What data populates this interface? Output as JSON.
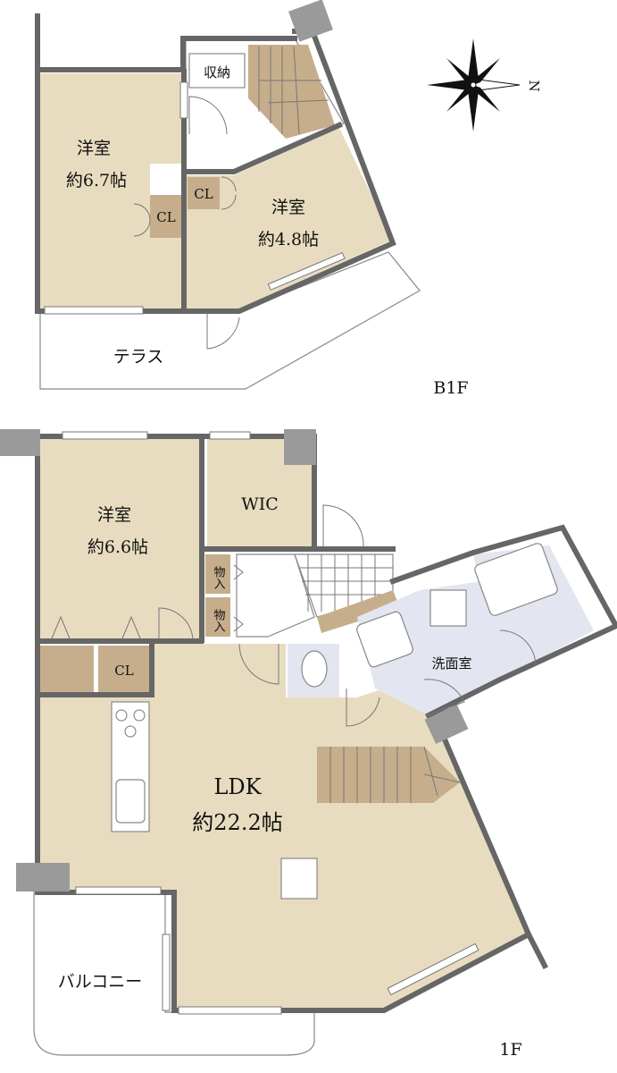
{
  "floors": [
    {
      "id": "b1f",
      "label": "B1F"
    },
    {
      "id": "1f",
      "label": "1F"
    }
  ],
  "rooms": {
    "b1_western_a": {
      "name": "洋室",
      "size": "約6.7帖"
    },
    "b1_western_b": {
      "name": "洋室",
      "size": "約4.8帖"
    },
    "b1_storage": {
      "name": "収納"
    },
    "b1_cl_a": {
      "name": "CL"
    },
    "b1_cl_b": {
      "name": "CL"
    },
    "b1_terrace": {
      "name": "テラス"
    },
    "f1_western": {
      "name": "洋室",
      "size": "約6.6帖"
    },
    "f1_wic": {
      "name": "WIC"
    },
    "f1_cl": {
      "name": "CL"
    },
    "f1_store_a": {
      "name": "物入"
    },
    "f1_store_b": {
      "name": "物入"
    },
    "f1_washroom": {
      "name": "洗面室"
    },
    "f1_ldk": {
      "name": "LDK",
      "size": "約22.2帖"
    },
    "f1_balcony": {
      "name": "バルコニー"
    }
  },
  "compass": {
    "north_label": "N",
    "icon": "compass-rose-icon"
  },
  "colors": {
    "room": "#e8dcc0",
    "closet": "#c6ae8c",
    "wet_area": "#e3e6f0",
    "wall": "#9a9a9a"
  }
}
